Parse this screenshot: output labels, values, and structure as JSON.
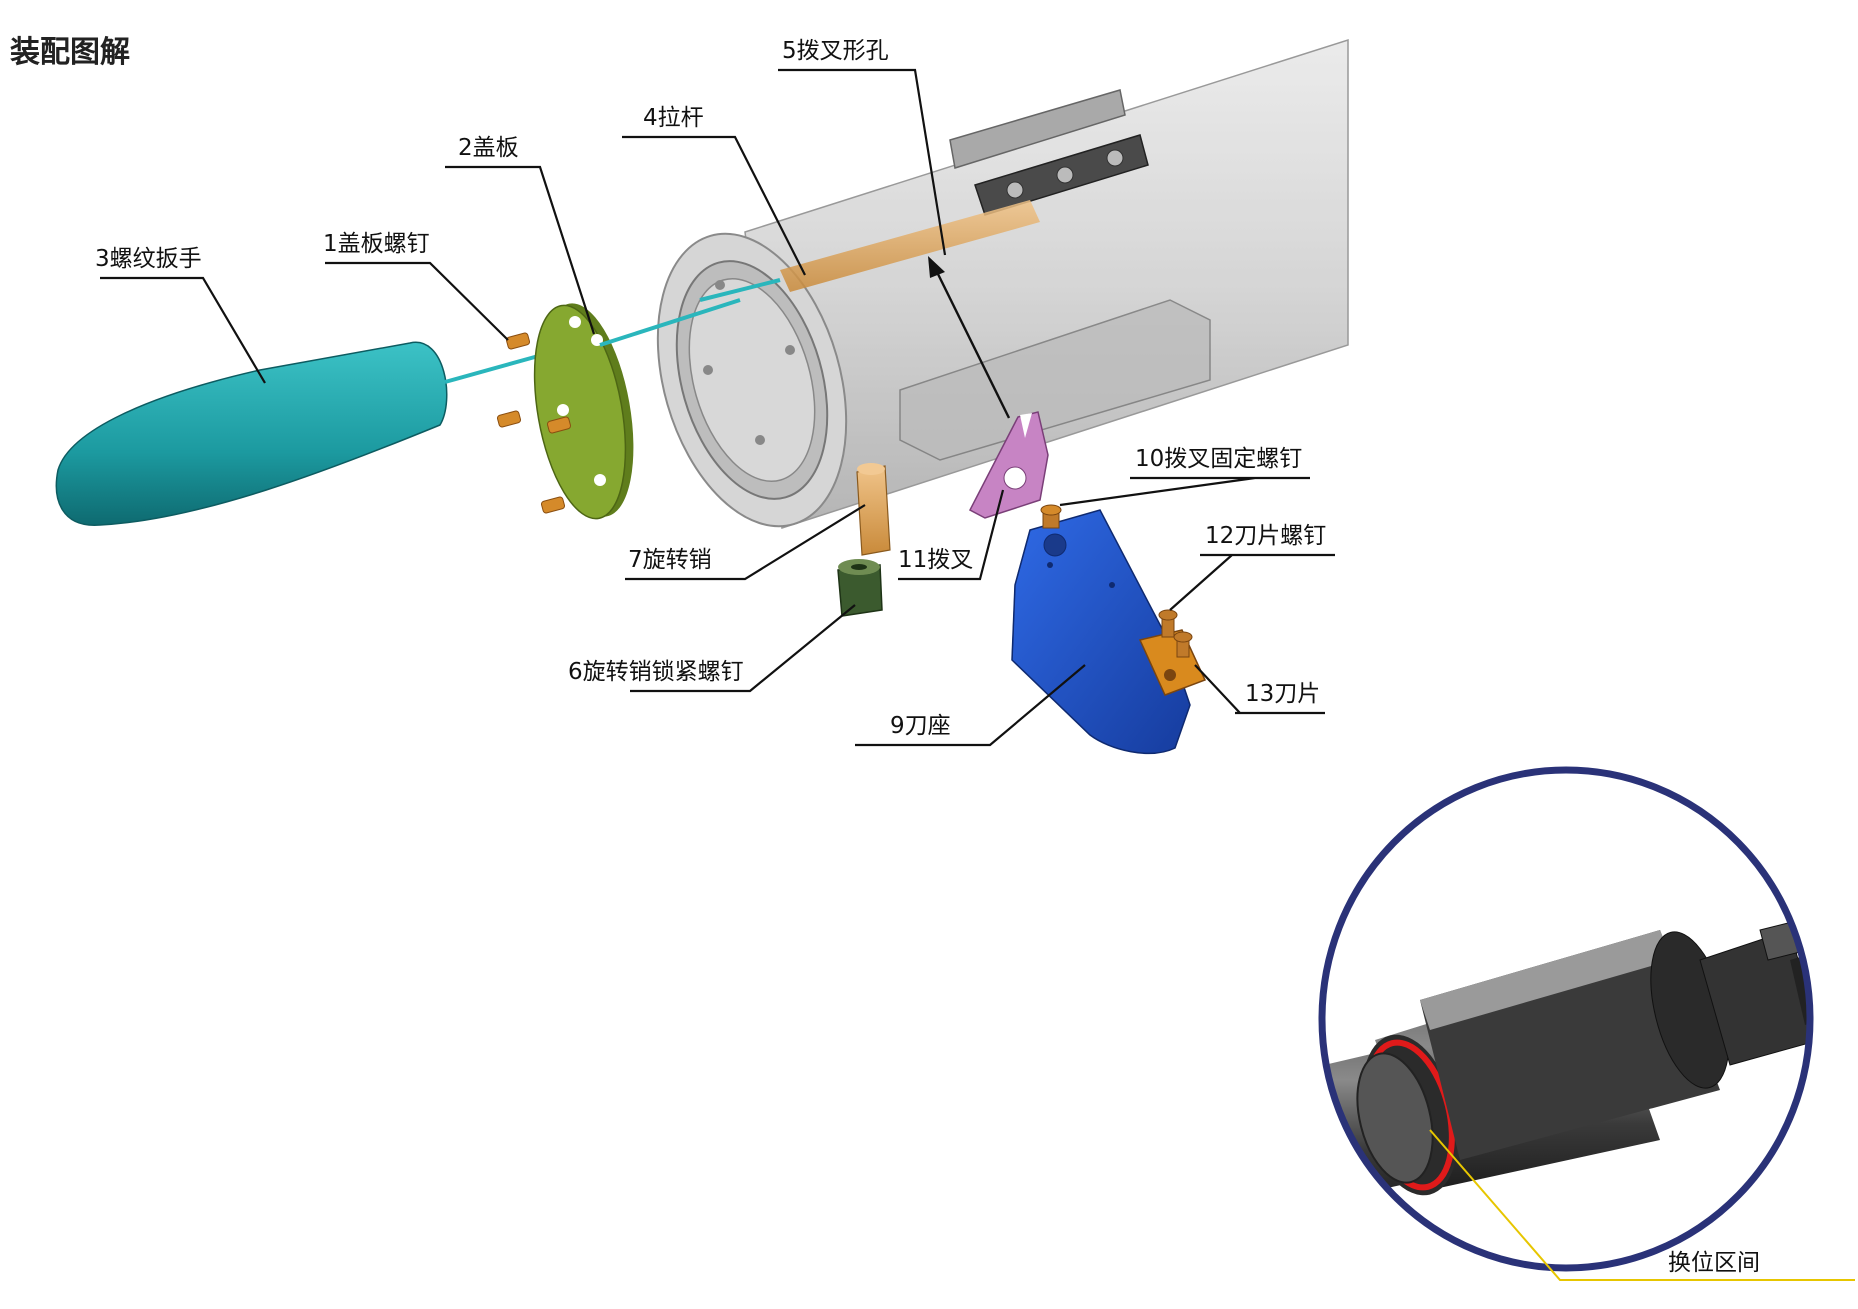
{
  "title": "装配图解",
  "labels": {
    "p1": "1盖板螺钉",
    "p2": "2盖板",
    "p3": "3螺纹扳手",
    "p4": "4拉杆",
    "p5": "5拨叉形孔",
    "p6": "6旋转销锁紧螺钉",
    "p7": "7旋转销",
    "p9": "9刀座",
    "p10": "10拨叉固定螺钉",
    "p11": "11拨叉",
    "p12": "12刀片螺钉",
    "p13": "13刀片",
    "inset": "换位区间"
  },
  "colors": {
    "wrench": "#1f9ba0",
    "cover_plate": "#7a9a2a",
    "screws": "#d58a2a",
    "fork": "#c784c4",
    "holder": "#1f4fc8",
    "blade": "#d98a1e",
    "tube": "#c9c9c9",
    "inset_ring": "#2a3278",
    "inset_marker": "#e01a1a",
    "inset_leader": "#e7c600"
  }
}
